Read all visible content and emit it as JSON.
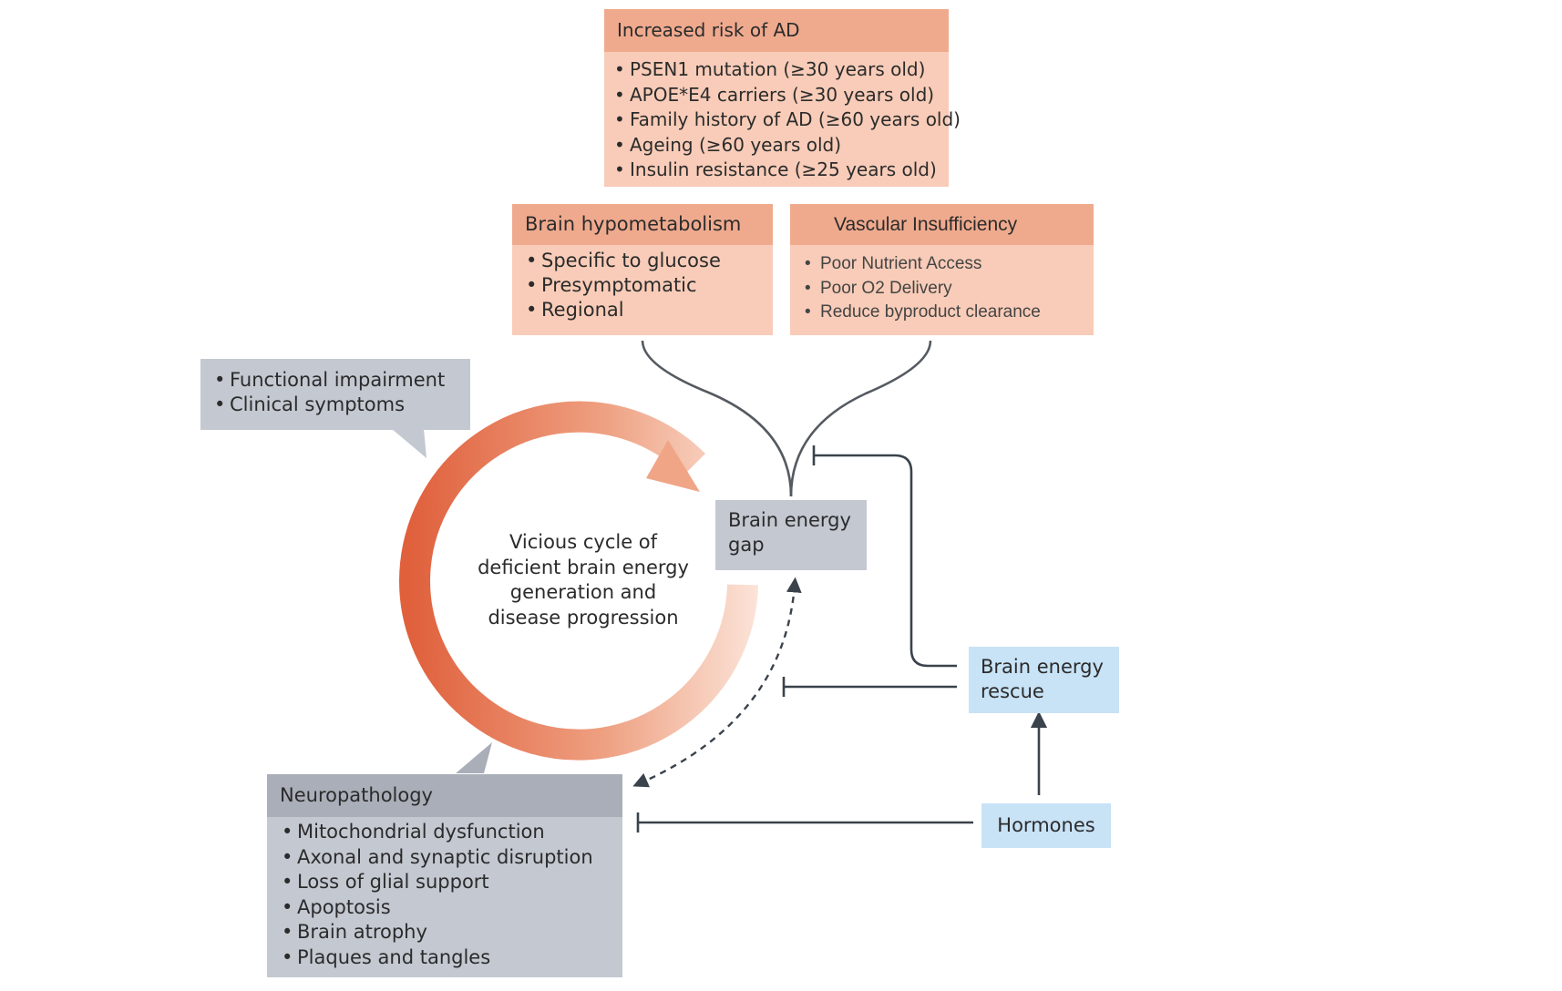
{
  "risk_box": {
    "title": "Increased risk of AD",
    "items": [
      "PSEN1 mutation (≥30 years old)",
      "APOE*E4 carriers (≥30 years old)",
      "Family history of AD (≥60 years old)",
      "Ageing (≥60 years old)",
      "Insulin resistance (≥25 years old)"
    ]
  },
  "hypometabolism_box": {
    "title": "Brain hypometabolism",
    "items": [
      "Specific to glucose",
      "Presymptomatic",
      "Regional"
    ]
  },
  "vascular_box": {
    "title": "Vascular Insufficiency",
    "items": [
      "Poor Nutrient Access",
      "Poor O2 Delivery",
      "Reduce byproduct clearance"
    ]
  },
  "functional_box": {
    "items": [
      "Functional impairment",
      "Clinical symptoms"
    ]
  },
  "cycle": {
    "lines": [
      "Vicious cycle of",
      "deficient brain energy",
      "generation  and",
      "disease progression"
    ]
  },
  "energy_gap_box": {
    "lines": [
      "Brain energy",
      "gap"
    ]
  },
  "rescue_box": {
    "lines": [
      "Brain energy",
      "rescue"
    ]
  },
  "hormones_box": {
    "label": "Hormones"
  },
  "neuropathology_box": {
    "title": "Neuropathology",
    "items": [
      "Mitochondrial dysfunction",
      "Axonal and synaptic disruption",
      "Loss of glial support",
      "Apoptosis",
      "Brain atrophy",
      "Plaques and tangles"
    ]
  },
  "colors": {
    "salmon_header": "#efaa8e",
    "salmon_body": "#f8ccb8",
    "slate": "#c3c8d1",
    "slate_header": "#a9aeb8",
    "light_blue": "#c8e2f6",
    "cycle_dark": "#e0603c",
    "cycle_light": "#fbdccd",
    "connector": "#3a434c"
  }
}
